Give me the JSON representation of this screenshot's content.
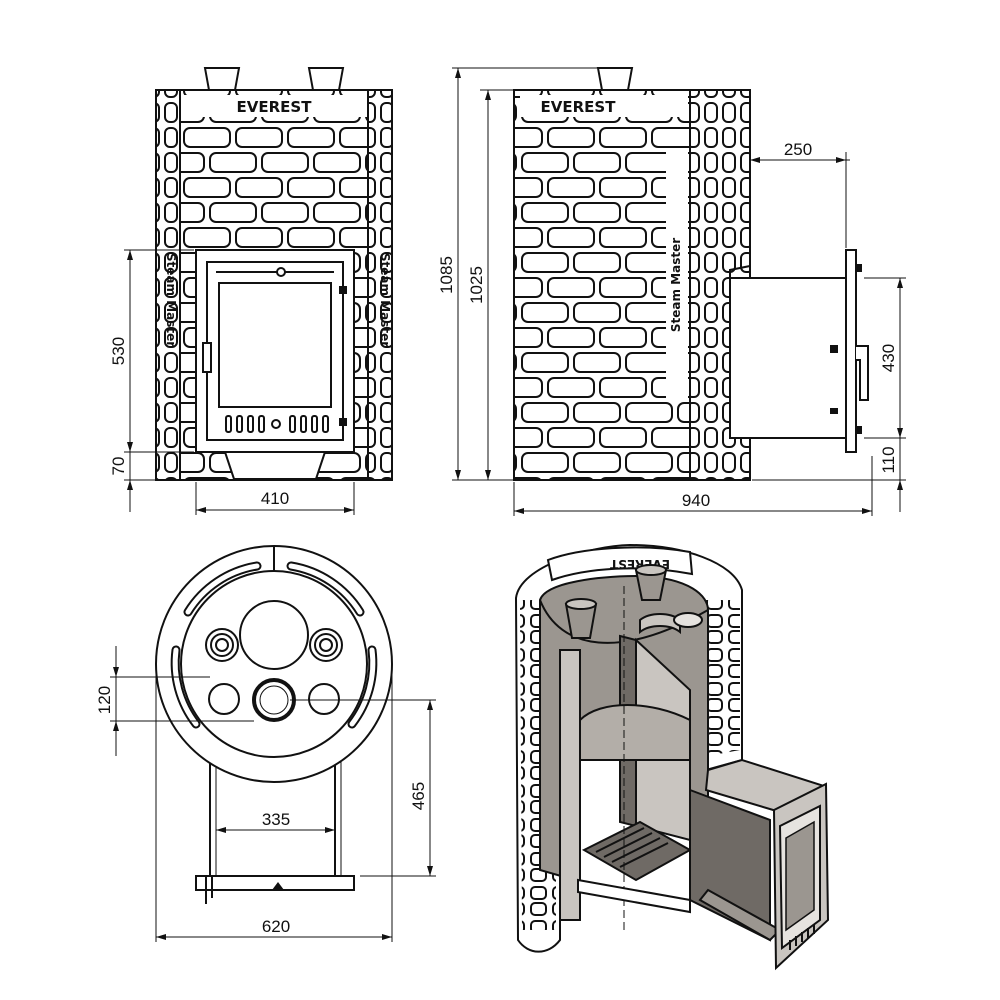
{
  "brand": {
    "name": "EVEREST",
    "model": "Steam Master"
  },
  "front_view": {
    "dims": {
      "width": "410",
      "door_height": "530",
      "base_offset": "70"
    }
  },
  "side_view": {
    "dims": {
      "total_height": "1085",
      "body_height": "1025",
      "tunnel_offset": "250",
      "tunnel_height": "430",
      "tunnel_base": "110",
      "total_length": "940"
    }
  },
  "top_view": {
    "dims": {
      "hole_offset": "120",
      "tunnel_width": "335",
      "depth": "465",
      "diameter": "620"
    }
  },
  "colors": {
    "line": "#111111",
    "metal": "#9b9690",
    "metal_dark": "#6f6a65",
    "metal_light": "#c9c5c0"
  }
}
